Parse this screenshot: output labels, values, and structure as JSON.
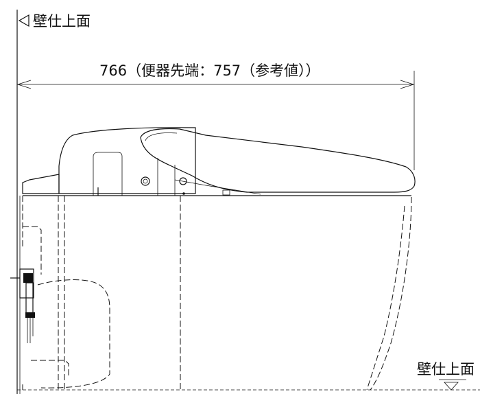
{
  "labels": {
    "wall_top": "壁仕上面",
    "floor_right": "壁仕上面",
    "dimension": "766（便器先端：757（参考値））"
  }
}
